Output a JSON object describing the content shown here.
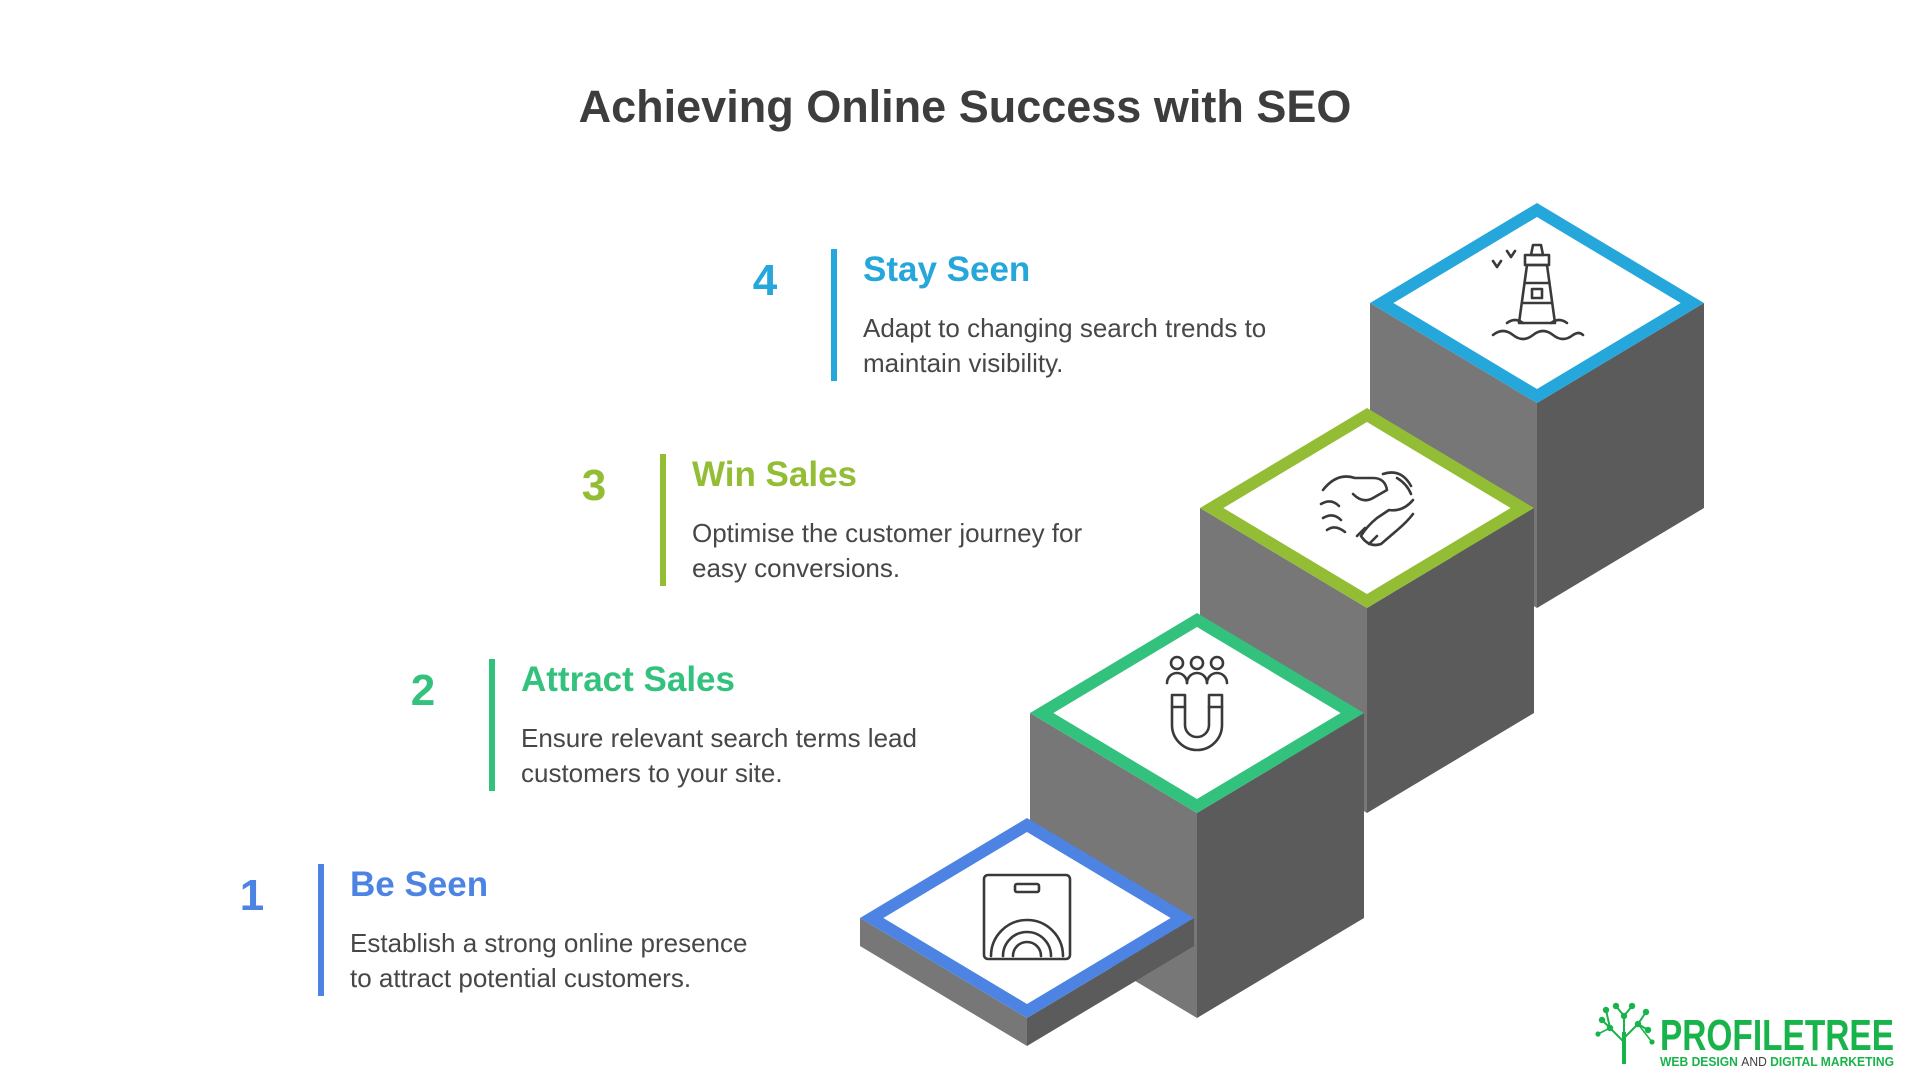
{
  "title": "Achieving Online Success with SEO",
  "steps": [
    {
      "number": "1",
      "title": "Be Seen",
      "desc_lines": [
        "Establish a strong online presence",
        "to attract potential customers."
      ],
      "color": "#4d84e4",
      "icon": "scale-icon"
    },
    {
      "number": "2",
      "title": "Attract Sales",
      "desc_lines": [
        "Ensure relevant search terms lead",
        "customers to your site."
      ],
      "color": "#33c27d",
      "icon": "magnet-people-icon"
    },
    {
      "number": "3",
      "title": "Win Sales",
      "desc_lines": [
        "Optimise the customer journey for",
        "easy conversions."
      ],
      "color": "#92bd34",
      "icon": "handshake-icon"
    },
    {
      "number": "4",
      "title": "Stay Seen",
      "desc_lines": [
        "Adapt to changing search trends to",
        "maintain visibility."
      ],
      "color": "#25a7dc",
      "icon": "lighthouse-icon"
    }
  ],
  "colors": {
    "stair_top": "#ffffff",
    "stair_front": "#777777",
    "stair_side": "#5b5b5b",
    "title": "#3d3d3d",
    "text": "#474747"
  },
  "brand": {
    "name": "PROFILETREE",
    "tagline_part1": "WEB DESIGN",
    "tagline_part2": "AND",
    "tagline_part3": "DIGITAL MARKETING",
    "color": "#19b34c"
  }
}
